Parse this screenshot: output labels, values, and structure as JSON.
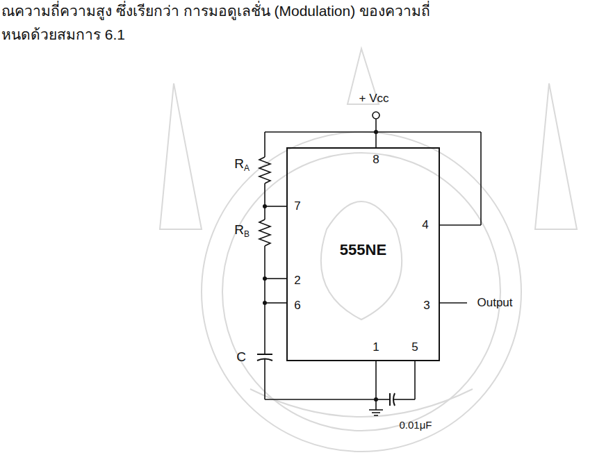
{
  "diagram": {
    "nodes": [
      {
        "text": [
          "555NE"
        ]
      }
    ],
    "labels": [
      "ณความถี่ความสูง ซึ่งเรียกว่า การมอดูเลชั่น (Modulation) ของความถี่",
      "หนดด้วยสมการ 6.1",
      "+ Vcc",
      "R",
      "A",
      "R",
      "B",
      "8",
      "7",
      "4",
      "2",
      "6",
      "3",
      "1",
      "5",
      "Output",
      "C",
      "0.01μF"
    ]
  }
}
